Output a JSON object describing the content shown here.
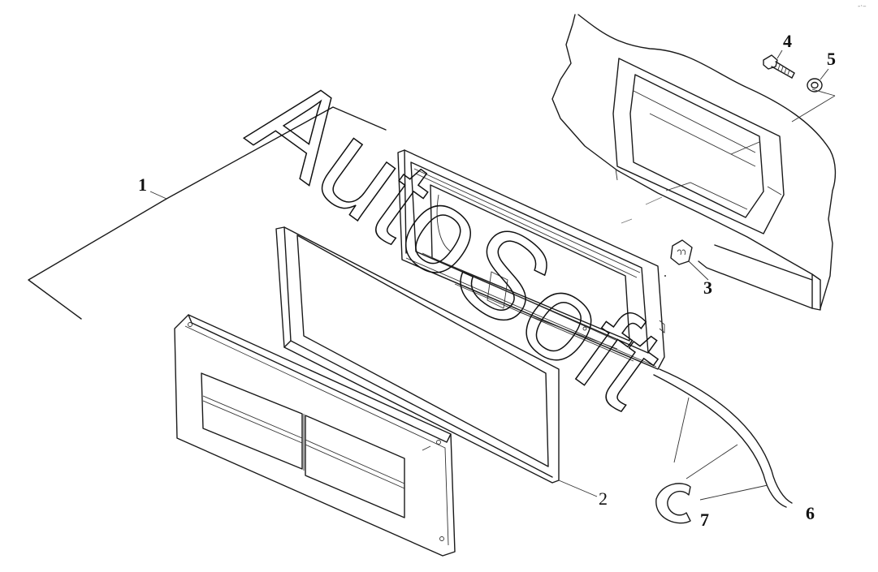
{
  "diagram": {
    "watermark": "AutoSoft",
    "corner_mark": "-·–",
    "parts": [
      {
        "id": "1",
        "label": "1"
      },
      {
        "id": "2",
        "label": "2"
      },
      {
        "id": "3",
        "label": "3"
      },
      {
        "id": "4",
        "label": "4"
      },
      {
        "id": "5",
        "label": "5"
      },
      {
        "id": "6",
        "label": "6"
      },
      {
        "id": "7",
        "label": "7"
      }
    ]
  }
}
